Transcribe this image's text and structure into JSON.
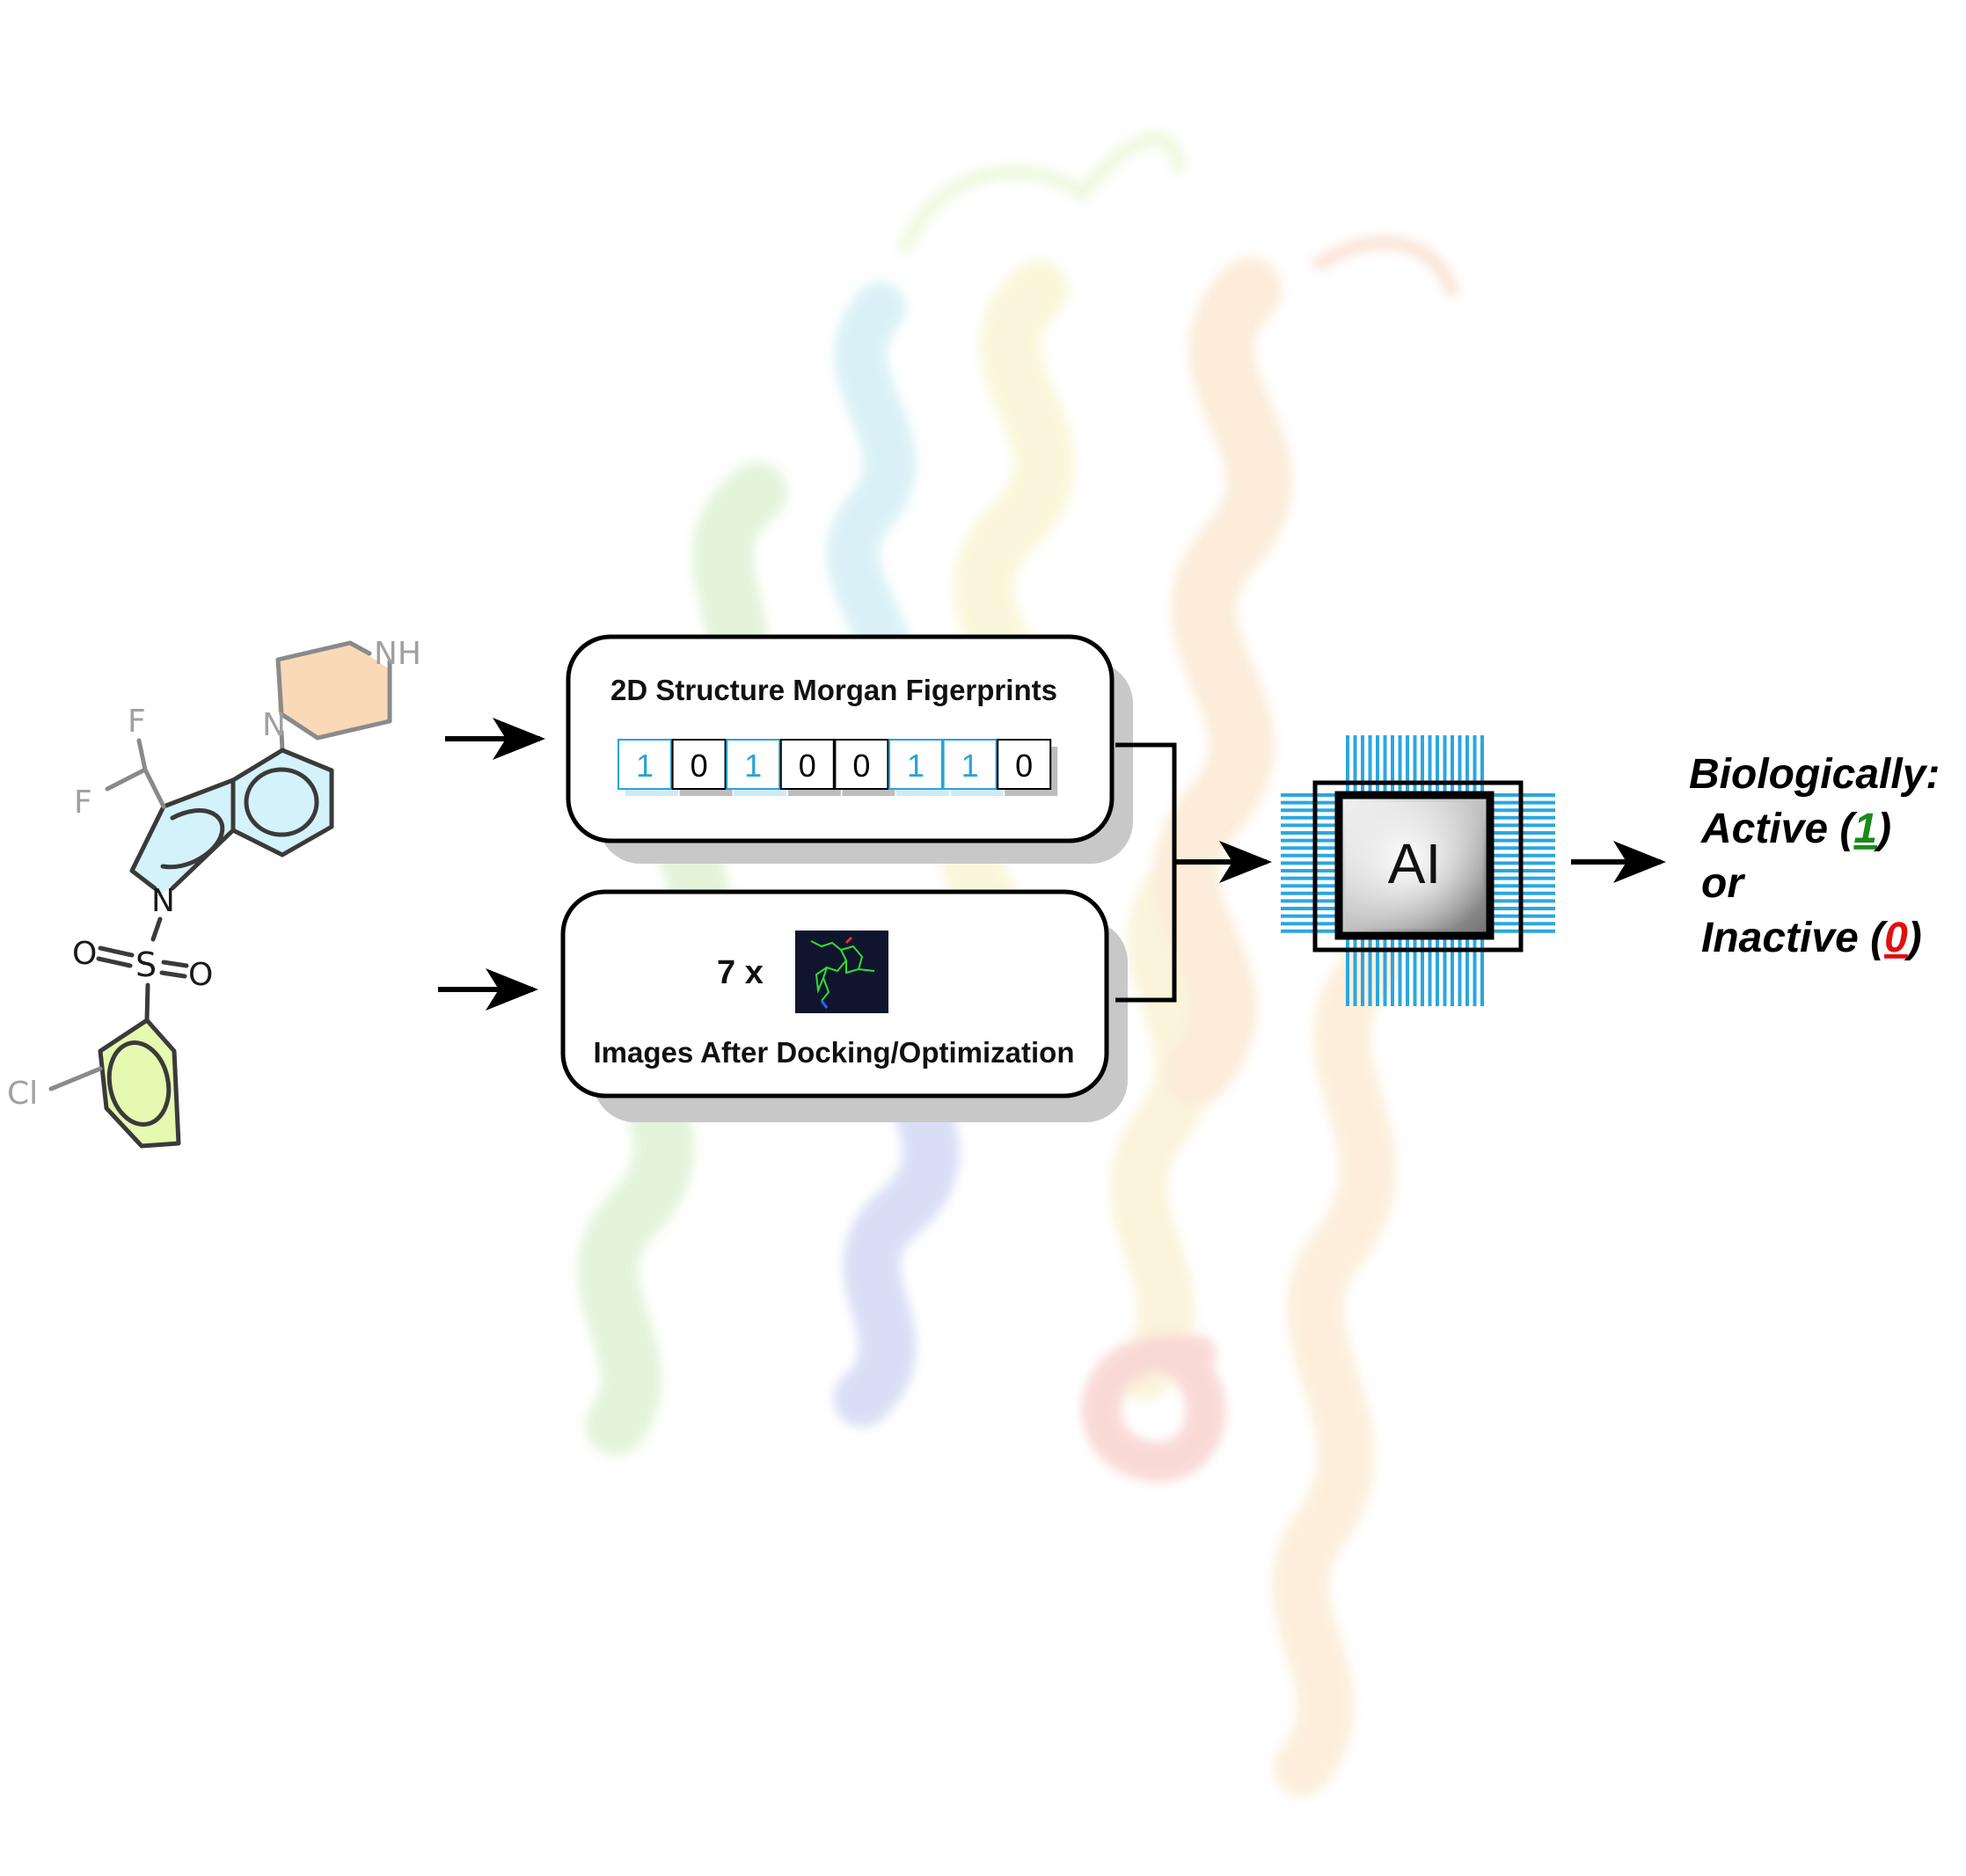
{
  "molecule": {
    "atoms": {
      "nh": "NH",
      "n_piperazine": "N",
      "f_top": "F",
      "f_left": "F",
      "n_indole": "N",
      "o_left": "O",
      "s": "S",
      "o_right": "O",
      "cl": "Cl"
    }
  },
  "fingerprint_box": {
    "title": "2D Structure Morgan Figerprints",
    "bits": [
      "1",
      "0",
      "1",
      "0",
      "0",
      "1",
      "1",
      "0"
    ]
  },
  "image_box": {
    "multiplier": "7 x",
    "caption": "Images After Docking/Optimization"
  },
  "ai_chip": {
    "label": "AI"
  },
  "output": {
    "heading": "Biologically:",
    "active_label": "Active (",
    "active_value": "1",
    "active_close": ")",
    "or_label": "or",
    "inactive_label": "Inactive (",
    "inactive_value": "0",
    "inactive_close": ")"
  },
  "colors": {
    "bit_one": "#29a3d6",
    "bit_zero": "#000000",
    "active_value": "#1a8a1a",
    "inactive_value": "#e01010",
    "chip_pins": "#2aa7e0",
    "piperazine_fill": "#f9d9b8",
    "indole_fill": "#d4f2fa",
    "chlorophenyl_fill": "#e6f9b0"
  }
}
